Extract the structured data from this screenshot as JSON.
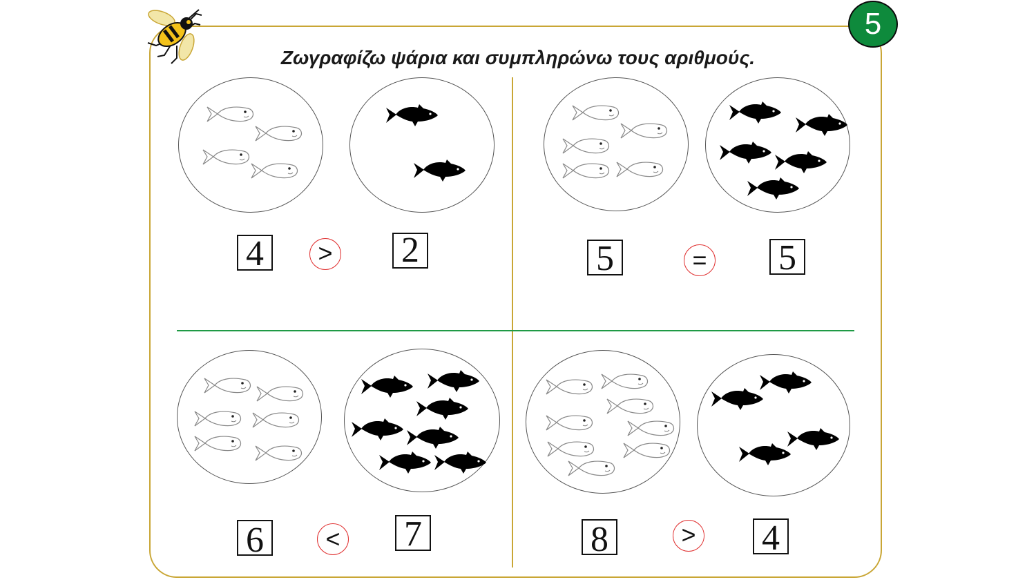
{
  "page_number": "5",
  "title": "Ζωγραφίζω ψάρια και συμπληρώνω τους αριθμούς.",
  "colors": {
    "frame": "#c9a635",
    "badge": "#0e8a3c",
    "divider_horizontal": "#1f9a45",
    "sign_circle": "#e03030"
  },
  "exercises": [
    {
      "left_number": "4",
      "sign": ">",
      "right_number": "2"
    },
    {
      "left_number": "5",
      "sign": "=",
      "right_number": "5"
    },
    {
      "left_number": "6",
      "sign": "<",
      "right_number": "7"
    },
    {
      "left_number": "8",
      "sign": ">",
      "right_number": "4"
    }
  ]
}
